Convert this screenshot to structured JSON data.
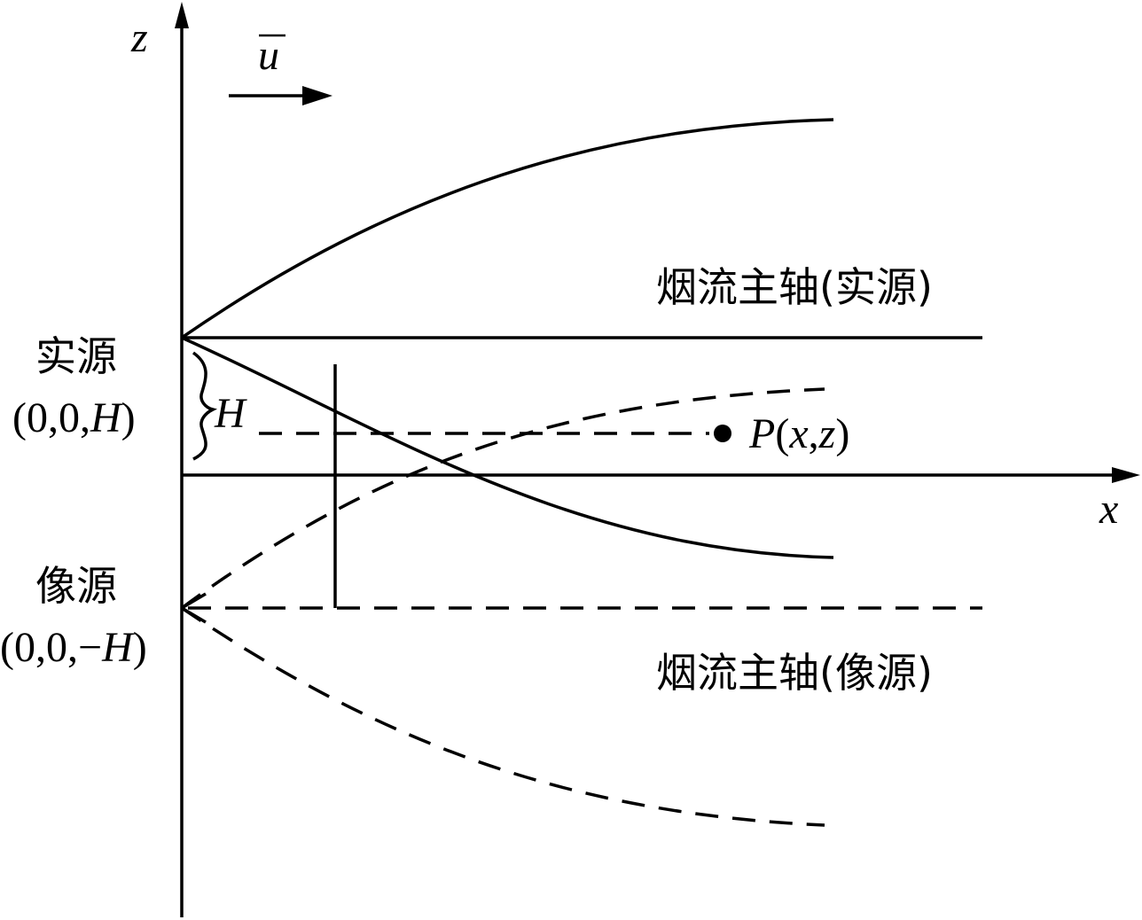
{
  "axes": {
    "z_label": "z",
    "x_label": "x"
  },
  "wind": {
    "symbol": "u"
  },
  "real_source": {
    "name": "实源",
    "coord_prefix": "(0,0,",
    "coord_var": "H",
    "coord_suffix": ")"
  },
  "image_source": {
    "name": "像源",
    "coord_prefix": "(0,0,−",
    "coord_var": "H",
    "coord_suffix": ")"
  },
  "height": {
    "symbol": "H"
  },
  "receptor": {
    "name": "P",
    "open": "(",
    "x": "x",
    "comma": ",",
    "z": "z",
    "close": ")"
  },
  "plume_axis_real": {
    "label": "烟流主轴(实源)"
  },
  "plume_axis_image": {
    "label": "烟流主轴(像源)"
  }
}
